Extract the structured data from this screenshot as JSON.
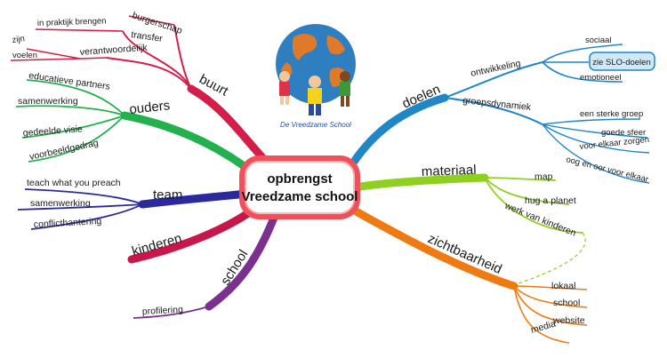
{
  "center": {
    "line1": "opbrengst",
    "line2": "Vreedzame school"
  },
  "logo": {
    "caption": "De Vreedzame School"
  },
  "branches": {
    "buurt": {
      "label": "buurt",
      "color": "#d41e4a",
      "items": [
        "burgerschap",
        "transfer",
        "in praktijk brengen",
        "verantwoordelijk",
        "zijn",
        "voelen"
      ]
    },
    "ouders": {
      "label": "ouders",
      "color": "#22b14c",
      "items": [
        "educatieve partners",
        "samenwerking",
        "gedeelde visie",
        "voorbeeldgedrag"
      ]
    },
    "team": {
      "label": "team",
      "color": "#2a2a9c",
      "items": [
        "teach what you preach",
        "samenwerking",
        "conflicthantering"
      ]
    },
    "kinderen": {
      "label": "kinderen",
      "color": "#c8174a"
    },
    "school": {
      "label": "school",
      "color": "#7b2f8e",
      "items": [
        "profilering"
      ]
    },
    "doelen": {
      "label": "doelen",
      "color": "#1f86c8",
      "ontwikkeling": "ontwikkeling",
      "ontwikkeling_items": [
        "sociaal",
        "emotioneel"
      ],
      "slo": "zie SLO-doelen",
      "groepsdynamiek": "groepsdynamiek",
      "groep_items": [
        "een sterke groep",
        "goede sfeer",
        "voor elkaar zorgen",
        "oog en oor voor elkaar"
      ]
    },
    "materiaal": {
      "label": "materiaal",
      "color": "#8fcf1f",
      "items": [
        "map",
        "hug a planet",
        "werk van kinderen"
      ]
    },
    "zichtbaarheid": {
      "label": "zichtbaarheid",
      "color": "#f07a12",
      "items": [
        "lokaal",
        "school",
        "website",
        "media"
      ]
    }
  }
}
